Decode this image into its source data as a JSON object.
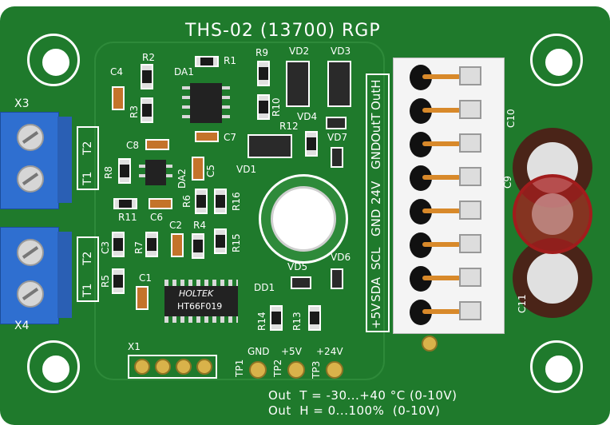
{
  "board": {
    "title": "THS-02 (13700) RGP",
    "footer_line1": "Out  T = -30...+40 °C (0-10V)",
    "footer_line2": "Out  H = 0...100%  (0-10V)"
  },
  "connector_labels": [
    "OutH",
    "OutT",
    "GND",
    "24V",
    "GND",
    "SCL",
    "SDA",
    "+5V"
  ],
  "terminal_labels": [
    "X3",
    "X4",
    "T2",
    "T1",
    "T2",
    "T1"
  ],
  "test_points": [
    {
      "ref": "TP1",
      "label": "GND"
    },
    {
      "ref": "TP2",
      "label": "+5V"
    },
    {
      "ref": "TP3",
      "label": "+24V"
    }
  ],
  "ic_marking": {
    "brand": "HOLTEK",
    "part": "HT66F019"
  },
  "designators": {
    "C4": "C4",
    "R2": "R2",
    "R1": "R1",
    "R9": "R9",
    "VD2": "VD2",
    "VD3": "VD3",
    "DA1": "DA1",
    "R3": "R3",
    "R10": "R10",
    "R12": "R12",
    "VD4": "VD4",
    "C8": "C8",
    "C7": "C7",
    "VD7": "VD7",
    "VD1": "VD1",
    "R8": "R8",
    "DA2": "DA2",
    "C5": "C5",
    "R6": "R6",
    "R16": "R16",
    "R11": "R11",
    "C6": "C6",
    "C3": "C3",
    "C2": "C2",
    "R4": "R4",
    "R7": "R7",
    "R15": "R15",
    "R5": "R5",
    "C1": "C1",
    "VD5": "VD5",
    "VD6": "VD6",
    "DD1": "DD1",
    "R14": "R14",
    "R13": "R13",
    "X1": "X1",
    "C10": "C10",
    "C9": "C9",
    "C11": "C11"
  },
  "colors": {
    "pcb": "#1f7a2c",
    "silkscreen": "#ffffff",
    "terminal": "#2f6fd0",
    "pad": "#d9b24a",
    "capacitor": "#5a2a1e"
  }
}
